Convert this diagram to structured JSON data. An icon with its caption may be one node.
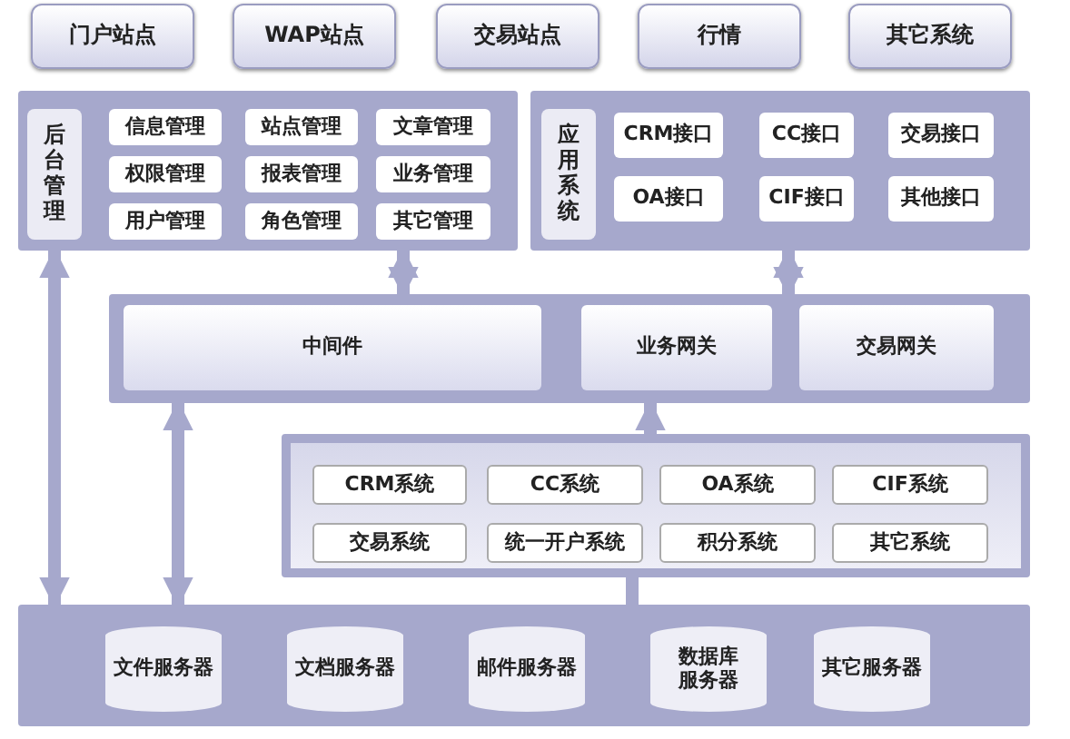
{
  "diagram": {
    "nodes": [
      {
        "text": [
          "门户站点"
        ]
      },
      {
        "text": [
          "WAP站点"
        ]
      },
      {
        "text": [
          "交易站点"
        ]
      },
      {
        "text": [
          "行情"
        ]
      },
      {
        "text": [
          "其它系统"
        ]
      },
      {
        "text": [],
        "shape": "box"
      },
      {
        "text": [
          "后台管理"
        ],
        "in": 5
      },
      {
        "text": [
          "信息管理"
        ],
        "in": 5
      },
      {
        "text": [
          "站点管理"
        ],
        "in": 5
      },
      {
        "text": [
          "文章管理"
        ],
        "in": 5
      },
      {
        "text": [
          "权限管理"
        ],
        "in": 5
      },
      {
        "text": [
          "报表管理"
        ],
        "in": 5
      },
      {
        "text": [
          "业务管理"
        ],
        "in": 5
      },
      {
        "text": [
          "用户管理"
        ],
        "in": 5
      },
      {
        "text": [
          "角色管理"
        ],
        "in": 5
      },
      {
        "text": [
          "其它管理"
        ],
        "in": 5
      },
      {
        "text": [],
        "shape": "box"
      },
      {
        "text": [
          "应用系统"
        ],
        "in": 16
      },
      {
        "text": [
          "CRM接口"
        ],
        "in": 16
      },
      {
        "text": [
          "CC接口"
        ],
        "in": 16
      },
      {
        "text": [
          "交易接口"
        ],
        "in": 16
      },
      {
        "text": [
          "OA接口"
        ],
        "in": 16
      },
      {
        "text": [
          "CIF接口"
        ],
        "in": 16
      },
      {
        "text": [
          "其他接口"
        ],
        "in": 16
      },
      {
        "text": [],
        "shape": "box"
      },
      {
        "text": [
          "中间件"
        ],
        "in": 24
      },
      {
        "text": [
          "业务网关"
        ],
        "in": 24
      },
      {
        "text": [
          "交易网关"
        ],
        "in": 24
      },
      {
        "text": [],
        "shape": "box"
      },
      {
        "text": [
          "CRM系统"
        ],
        "in": 28
      },
      {
        "text": [
          "CC系统"
        ],
        "in": 28
      },
      {
        "text": [
          "OA系统"
        ],
        "in": 28
      },
      {
        "text": [
          "CIF系统"
        ],
        "in": 28
      },
      {
        "text": [
          "交易系统"
        ],
        "in": 28
      },
      {
        "text": [
          "统一开户系统"
        ],
        "in": 28
      },
      {
        "text": [
          "积分系统"
        ],
        "in": 28
      },
      {
        "text": [
          "其它系统"
        ],
        "in": 28
      },
      {
        "text": [],
        "shape": "box"
      },
      {
        "text": [
          "文件服务器"
        ],
        "in": 37
      },
      {
        "text": [
          "文档服务器"
        ],
        "in": 37
      },
      {
        "text": [
          "邮件服务器"
        ],
        "in": 37
      },
      {
        "text": [
          "数据库服务器"
        ],
        "in": 37
      },
      {
        "text": [
          "其它服务器"
        ],
        "in": 37
      }
    ],
    "edges": [
      {
        "from": 5,
        "to": 24,
        "arrow": "both"
      },
      {
        "from": 16,
        "to": 24,
        "arrow": "both"
      },
      {
        "from": 5,
        "to": 37,
        "arrow": "both"
      },
      {
        "from": 24,
        "to": 37,
        "arrow": "both"
      },
      {
        "from": 28,
        "to": 24,
        "arrow": "to"
      },
      {
        "from": 28,
        "to": 37,
        "arrow": "none"
      }
    ]
  }
}
